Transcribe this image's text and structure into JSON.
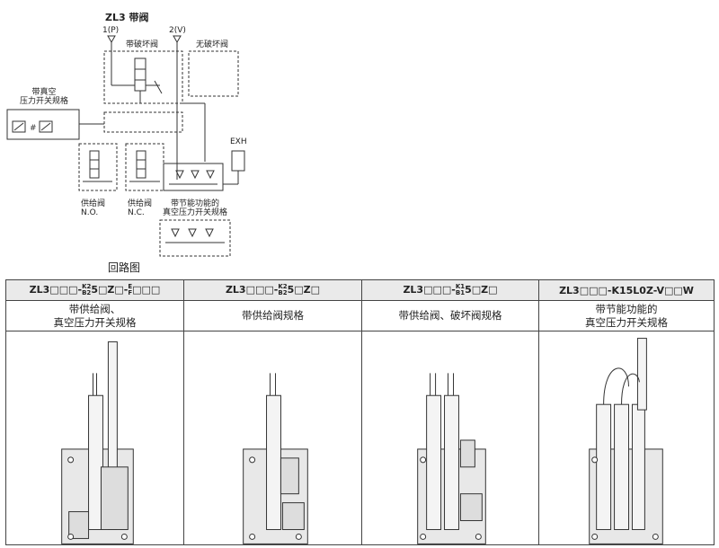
{
  "circuit": {
    "title": "ZL3 带阀",
    "port_1": "1(P)",
    "port_2": "2(V)",
    "label_with_break_valve": "带破坏阀",
    "label_no_break_valve": "无破坏阀",
    "label_vacuum_switch": "带真空\n压力开关规格",
    "label_exh": "EXH",
    "label_supply_no": "供给阀\nN.O.",
    "label_supply_nc": "供给阀\nN.C.",
    "label_energy_saving": "带节能功能的\n真空压力开关规格",
    "caption": "回路图"
  },
  "table": {
    "columns": [
      {
        "model_prefix": "ZL3□□□-",
        "stack_1_top": "K2",
        "stack_1_bottom": "B2",
        "model_mid": "5□Z□-",
        "stack_2_top": "E",
        "stack_2_bottom": "F",
        "model_suffix": "□□□",
        "description": "带供给阀、\n真空压力开关规格"
      },
      {
        "model_prefix": "ZL3□□□-",
        "stack_1_top": "K2",
        "stack_1_bottom": "B2",
        "model_mid": "5□Z□",
        "description": "带供给阀规格"
      },
      {
        "model_prefix": "ZL3□□□-",
        "stack_1_top": "K1",
        "stack_1_bottom": "B1",
        "model_mid": "5□Z□",
        "description": "带供给阀、破坏阀规格"
      },
      {
        "model_prefix": "ZL3□□□-K15L0Z-V□□W",
        "description": "带节能功能的\n真空压力开关规格"
      }
    ]
  }
}
